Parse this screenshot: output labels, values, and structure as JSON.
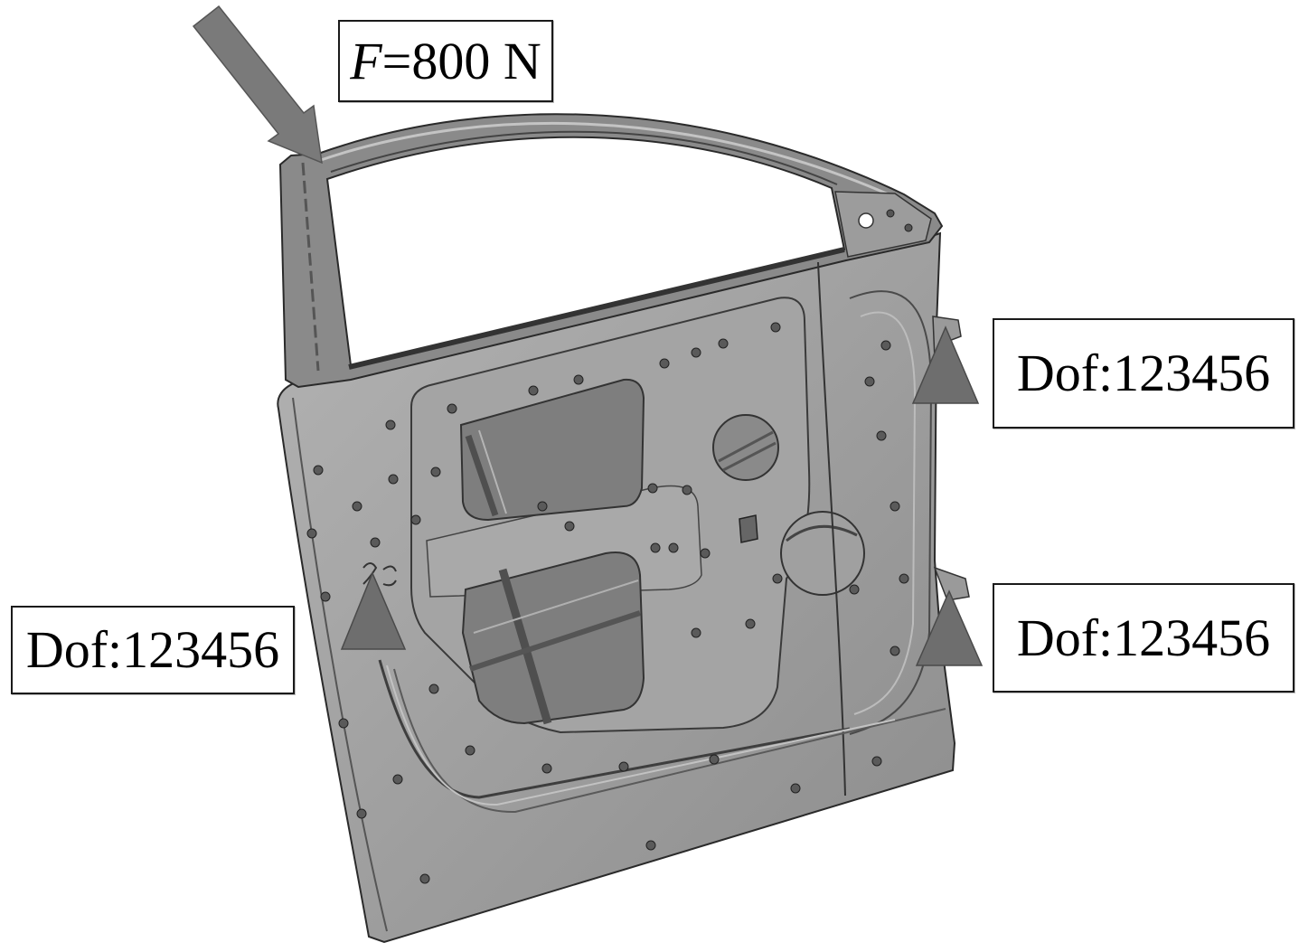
{
  "force": {
    "symbol": "F",
    "value": "=800 N"
  },
  "constraints": [
    "Dof:123456",
    "Dof:123456",
    "Dof:123456"
  ],
  "colors": {
    "force_arrow": "#7a7a7a",
    "constraint_marker": "#6e6e6e",
    "panel_light": "#b3b3b3",
    "panel_dark": "#8c8c8c"
  }
}
